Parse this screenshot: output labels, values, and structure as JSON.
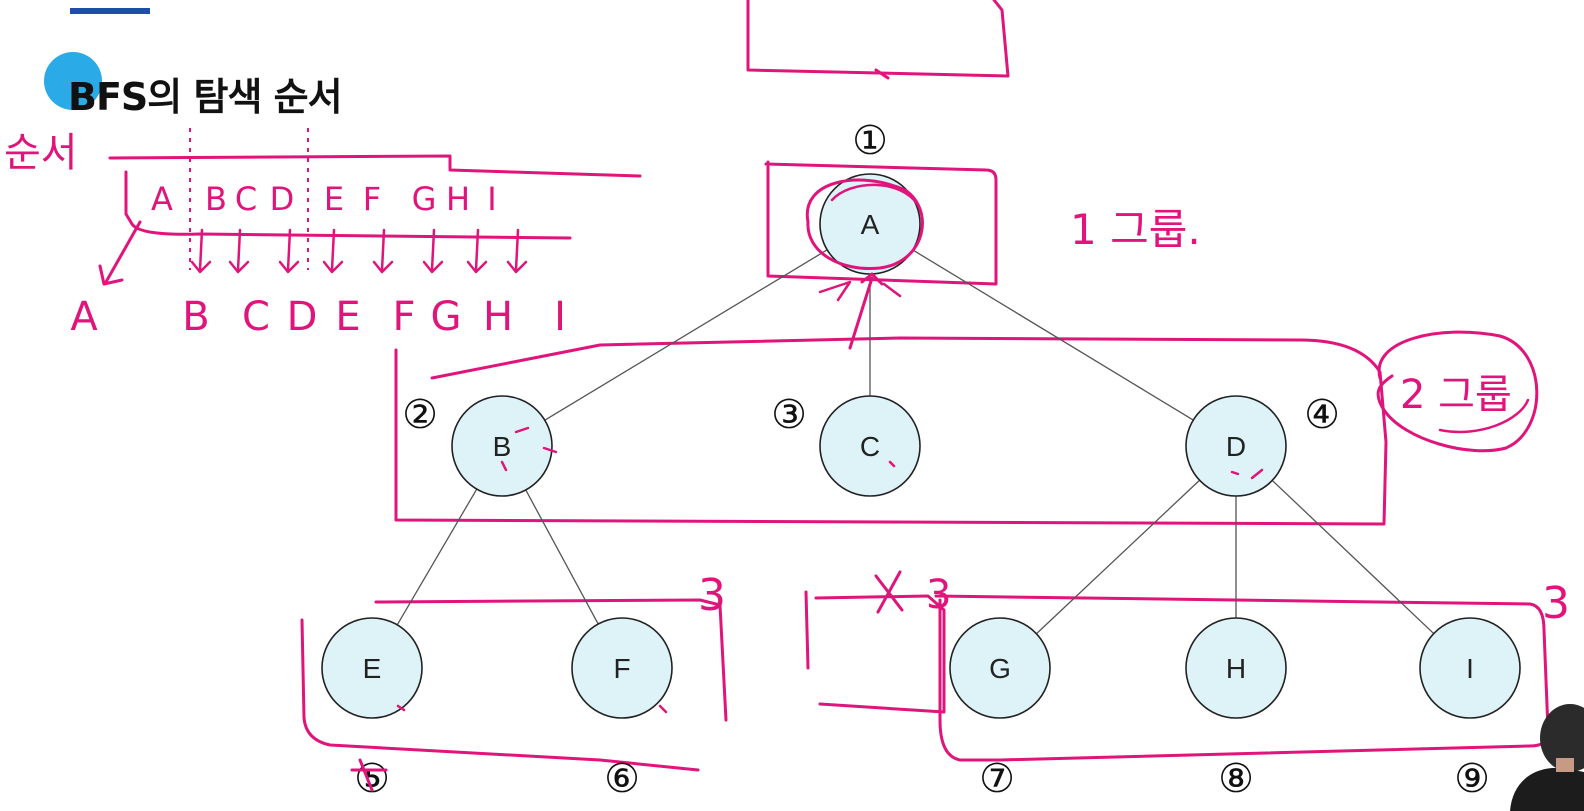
{
  "title": "BFS의 탐색 순서",
  "colors": {
    "node_fill": "#ddf3f8",
    "node_stroke": "#222222",
    "edge": "#555555",
    "annotation": "#e0147a",
    "accent_dot": "#2aaae6"
  },
  "nodes": [
    {
      "id": "A",
      "order": "①"
    },
    {
      "id": "B",
      "order": "②"
    },
    {
      "id": "C",
      "order": "③"
    },
    {
      "id": "D",
      "order": "④"
    },
    {
      "id": "E",
      "order": "⑤"
    },
    {
      "id": "F",
      "order": "⑥"
    },
    {
      "id": "G",
      "order": "⑦"
    },
    {
      "id": "H",
      "order": "⑧"
    },
    {
      "id": "I",
      "order": "⑨"
    }
  ],
  "edges": [
    [
      "A",
      "B"
    ],
    [
      "A",
      "C"
    ],
    [
      "A",
      "D"
    ],
    [
      "B",
      "E"
    ],
    [
      "B",
      "F"
    ],
    [
      "D",
      "G"
    ],
    [
      "D",
      "H"
    ],
    [
      "D",
      "I"
    ]
  ],
  "annotations": {
    "order_label": "순서",
    "queue_letters": [
      "A",
      "B",
      "C",
      "D",
      "E",
      "F",
      "G",
      "H",
      "I"
    ],
    "output_letters": [
      "A",
      "B",
      "C",
      "D",
      "E",
      "F",
      "G",
      "H",
      "I"
    ],
    "group1": "1 그룹.",
    "group2": "2 그룹",
    "group3_left": "3",
    "group3_right": "3"
  }
}
